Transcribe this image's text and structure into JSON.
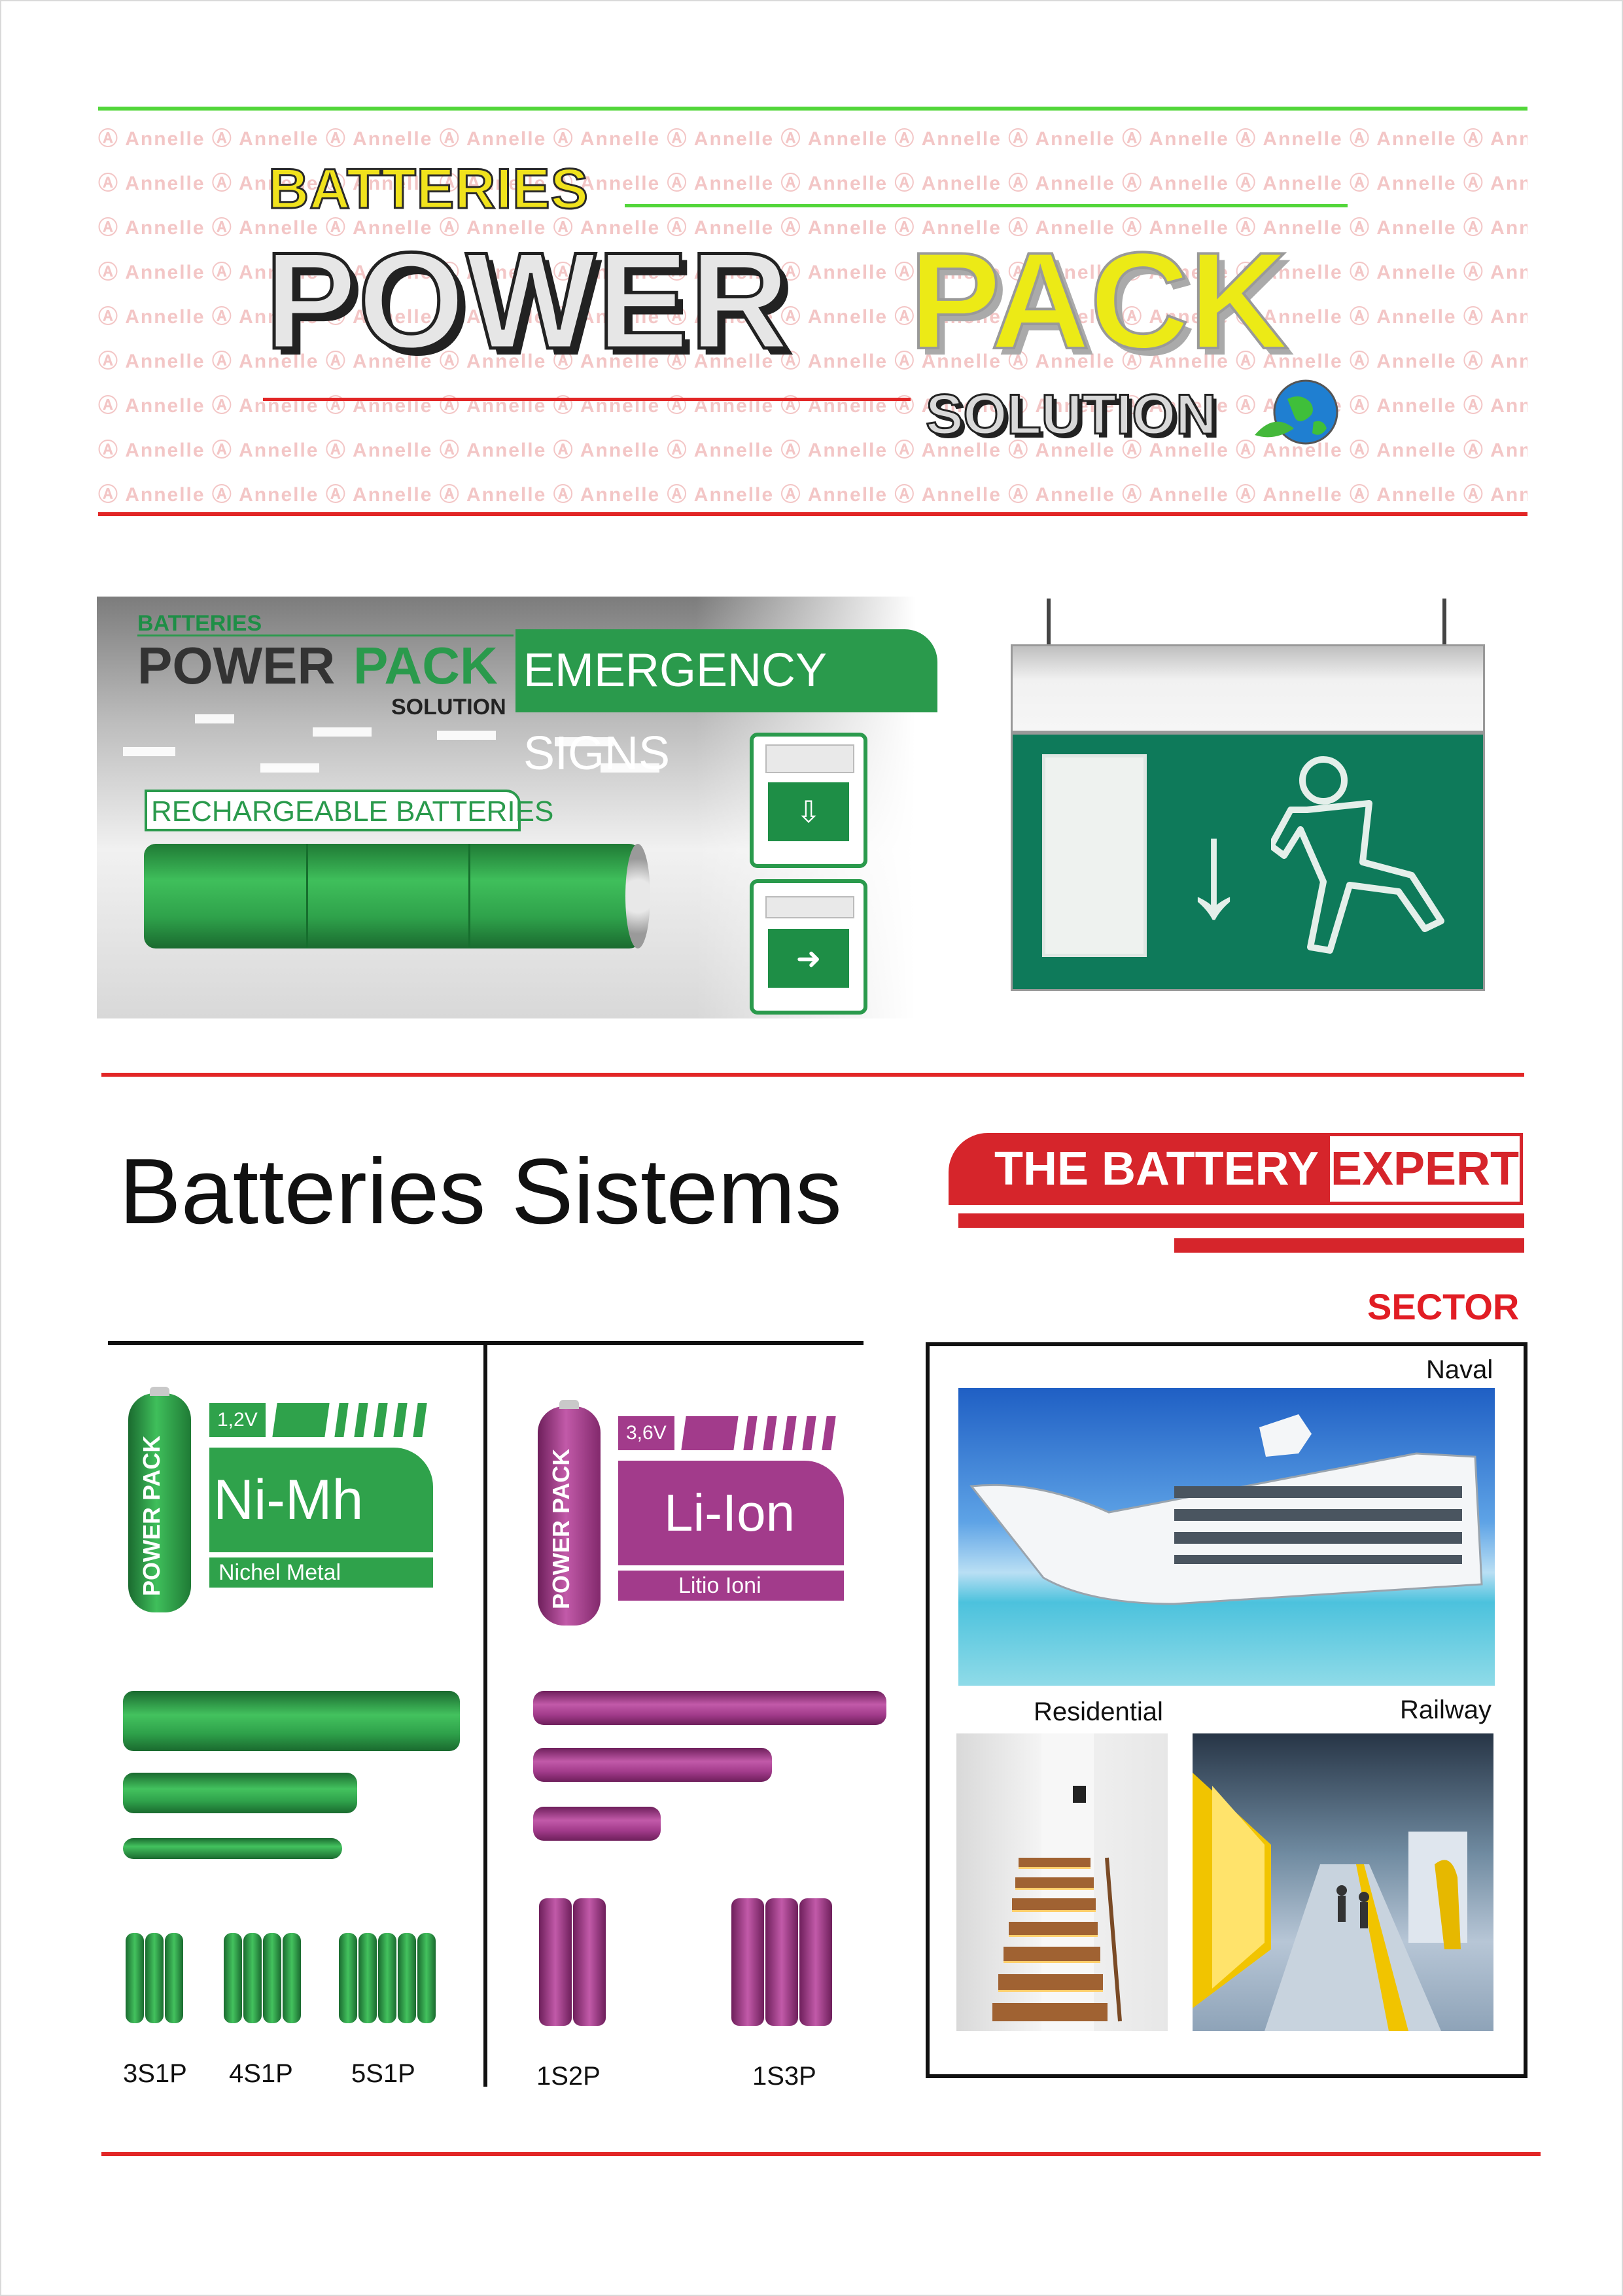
{
  "header": {
    "watermark_text": "Annelle",
    "title_top": "BATTERIES",
    "title_main_left": "POWER",
    "title_main_right": "PACK",
    "title_bottom": "SOLUTION",
    "colors": {
      "green_rule": "#52d63a",
      "red_rule": "#e22626",
      "pack_yellow": "#ecea16"
    }
  },
  "banner": {
    "brand_top": "BATTERIES",
    "brand_power": "POWER",
    "brand_pack": "PACK",
    "brand_solution": "SOLUTION",
    "emergency_signs": "EMERGENCY SIGNS",
    "rechargeable": "RECHARGEABLE BATTERIES",
    "sign_glyph_1": "⇩",
    "sign_glyph_2": "➜"
  },
  "exit_sign": {
    "arrow": "↓",
    "figure": "🏃"
  },
  "section": {
    "title": "Batteries Sistems",
    "expert_left": "THE BATTERY",
    "expert_right": "EXPERT",
    "sector_heading": "SECTOR"
  },
  "nimh": {
    "voltage": "1,2V",
    "name": "Ni-Mh",
    "subtitle": "Nichel Metal",
    "cell_brand": "POWER PACK",
    "color": "#2fa24b",
    "packs": [
      "3S1P",
      "4S1P",
      "5S1P"
    ]
  },
  "liion": {
    "voltage": "3,6V",
    "name": "Li-Ion",
    "subtitle": "Litio Ioni",
    "cell_brand": "POWER PACK",
    "color": "#a23b8b",
    "packs": [
      "1S2P",
      "1S3P"
    ]
  },
  "sectors": {
    "naval": "Naval",
    "residential": "Residential",
    "railway": "Railway"
  }
}
